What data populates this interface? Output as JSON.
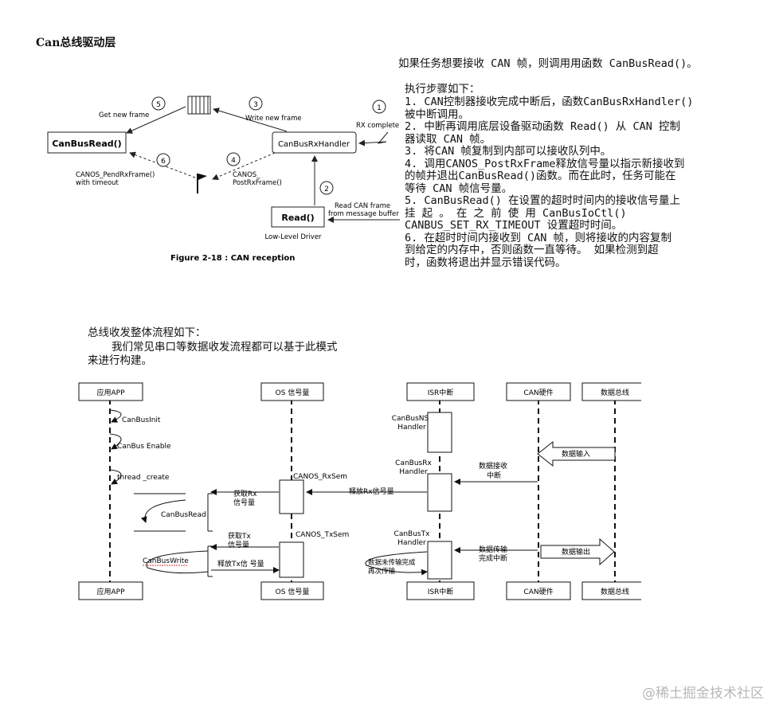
{
  "heading": "Can总线驱动层",
  "intro": "如果任务想要接收 CAN 帧，则调用用函数 CanBusRead()。",
  "steps_title": "执行步骤如下：",
  "steps": [
    "1. CAN控制器接收完成中断后，函数CanBusRxHandler()",
    "被中断调用。",
    "2. 中断再调用底层设备驱动函数 Read() 从 CAN 控制",
    "器读取 CAN 帧。",
    "3. 将CAN 帧复制到内部可以接收队列中。",
    "4. 调用CANOS_PostRxFrame释放信号量以指示新接收到",
    "的帧并退出CanBusRead()函数。而在此时，任务可能在",
    "等待 CAN 帧信号量。",
    "5. CanBusRead() 在设置的超时时间内的接收信号量上",
    "  挂 起 。 在 之 前 使 用   CanBusIoCtl()",
    "  CANBUS_SET_RX_TIMEOUT 设置超时时间。",
    "6. 在超时时间内接收到 CAN 帧，则将接收的内容复制",
    "  到给定的内存中，否则函数一直等待。 如果检测到超",
    "  时，函数将退出并显示错误代码。"
  ],
  "figure": {
    "caption": "Figure 2-18 : CAN reception",
    "canbusread_label": "CanBusRead()",
    "handler_label": "CanBusRxHandler",
    "read_label": "Read()",
    "low_level_driver": "Low-Level Driver",
    "get_new_frame": "Get new frame",
    "write_new_frame": "Write new frame",
    "rx_complete": "RX complete",
    "read_can_frame_1": "Read CAN frame",
    "read_can_frame_2": "from message buffer",
    "pend_1": "CANOS_PendRxFrame()",
    "pend_2": "with timeout",
    "post_1": "CANOS_",
    "post_2": "PostRxFrame()",
    "steps_numbers": [
      "1",
      "2",
      "3",
      "4",
      "5",
      "6"
    ]
  },
  "overall": {
    "line1": "总线收发整体流程如下：",
    "line2": "我们常见串口等数据收发流程都可以基于此模式",
    "line3": "来进行构建。"
  },
  "sequence": {
    "lanes": [
      "应用APP",
      "OS 信号量",
      "ISR中断",
      "CAN硬件",
      "数据总线"
    ],
    "can_bus_init": "CanBusInit",
    "can_bus_enable": "CanBus Enable",
    "thread_create": "thread _create",
    "can_bus_read": "CanBusRead",
    "can_bus_write": "CanBusWrite",
    "canos_rxsem": "CANOS_RxSem",
    "canos_txsem": "CANOS_TxSem",
    "get_rx_1": "获取Rx",
    "get_rx_2": "信号量",
    "get_tx_1": "获取Tx",
    "get_tx_2": "信号量",
    "release_rx": "释放Rx信号量",
    "release_tx": "释放Tx信 号量",
    "ns_handler_1": "CanBusNS",
    "ns_handler_2": "Handler",
    "rx_handler_1": "CanBusRx",
    "rx_handler_2": "Handler",
    "tx_handler_1": "CanBusTx",
    "tx_handler_2": "Handler",
    "data_rx_int_1": "数据接收",
    "data_rx_int_2": "中断",
    "data_in": "数据输入",
    "data_tx_int_1": "数据传输",
    "data_tx_int_2": "完成中断",
    "data_out": "数据输出",
    "tx_done_1": "数据未传输完成",
    "tx_done_2": "再次传输"
  },
  "watermark": "@稀土掘金技术社区"
}
